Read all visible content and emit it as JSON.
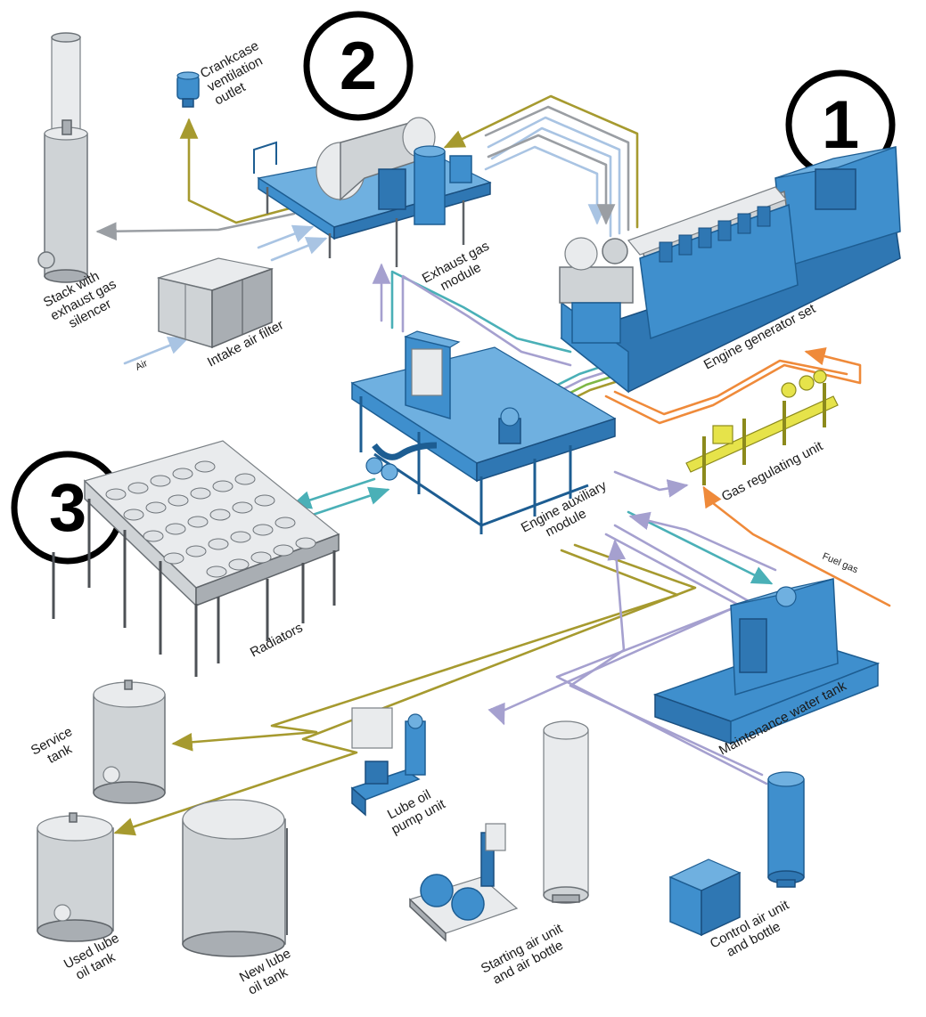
{
  "diagram": {
    "callouts": [
      "1",
      "2",
      "3"
    ],
    "labels": {
      "crankcase": [
        "Crankcase",
        "ventilation",
        "outlet"
      ],
      "stack": [
        "Stack with",
        "exhaust gas",
        "silencer"
      ],
      "exhaust_module": [
        "Exhaust gas",
        "module"
      ],
      "intake_filter": "Intake air filter",
      "air": "Air",
      "engine_generator": "Engine generator set",
      "gas_regulating": "Gas regulating unit",
      "engine_aux": [
        "Engine auxiliary",
        "module"
      ],
      "radiators": "Radiators",
      "fuel_gas": "Fuel gas",
      "maintenance_tank": "Maintenance water tank",
      "service_tank": [
        "Service",
        "tank"
      ],
      "lube_pump": [
        "Lube oil",
        "pump unit"
      ],
      "used_lube": [
        "Used lube",
        "oil tank"
      ],
      "new_lube": [
        "New lube",
        "oil tank"
      ],
      "starting_air": [
        "Starting air unit",
        "and air bottle"
      ],
      "control_air": [
        "Control air unit",
        "and bottle"
      ]
    },
    "colors": {
      "equipment_blue": "#3f8fcd",
      "tank_grey": "#cfd3d6",
      "oil_line": "#a69a2f",
      "exhaust_line": "#9a9ea3",
      "air_line": "#a9c4e3",
      "compressed_air_line": "#a5a0cf",
      "water_line": "#4ab0b7",
      "fuel_gas_line": "#ef8a3a",
      "gas_unit": "#e6e34a"
    }
  }
}
